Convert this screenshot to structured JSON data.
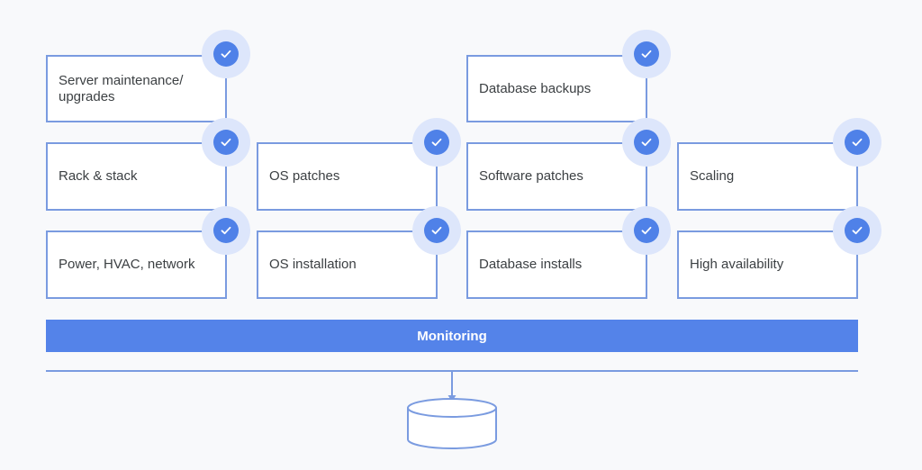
{
  "cards": {
    "server_maintenance": "Server maintenance/ upgrades",
    "database_backups": "Database backups",
    "rack_stack": "Rack & stack",
    "os_patches": "OS patches",
    "software_patches": "Software patches",
    "scaling": "Scaling",
    "power_hvac": "Power, HVAC, network",
    "os_installation": "OS installation",
    "database_installs": "Database installs",
    "high_availability": "High availability"
  },
  "monitoring_label": "Monitoring",
  "icons": {
    "check": "checkmark-icon",
    "storage": "database-cylinder-icon"
  },
  "colors": {
    "accent": "#4f81e8",
    "bar": "#5483e9",
    "border": "#7a9be0",
    "badge_halo": "#dde6fb"
  }
}
